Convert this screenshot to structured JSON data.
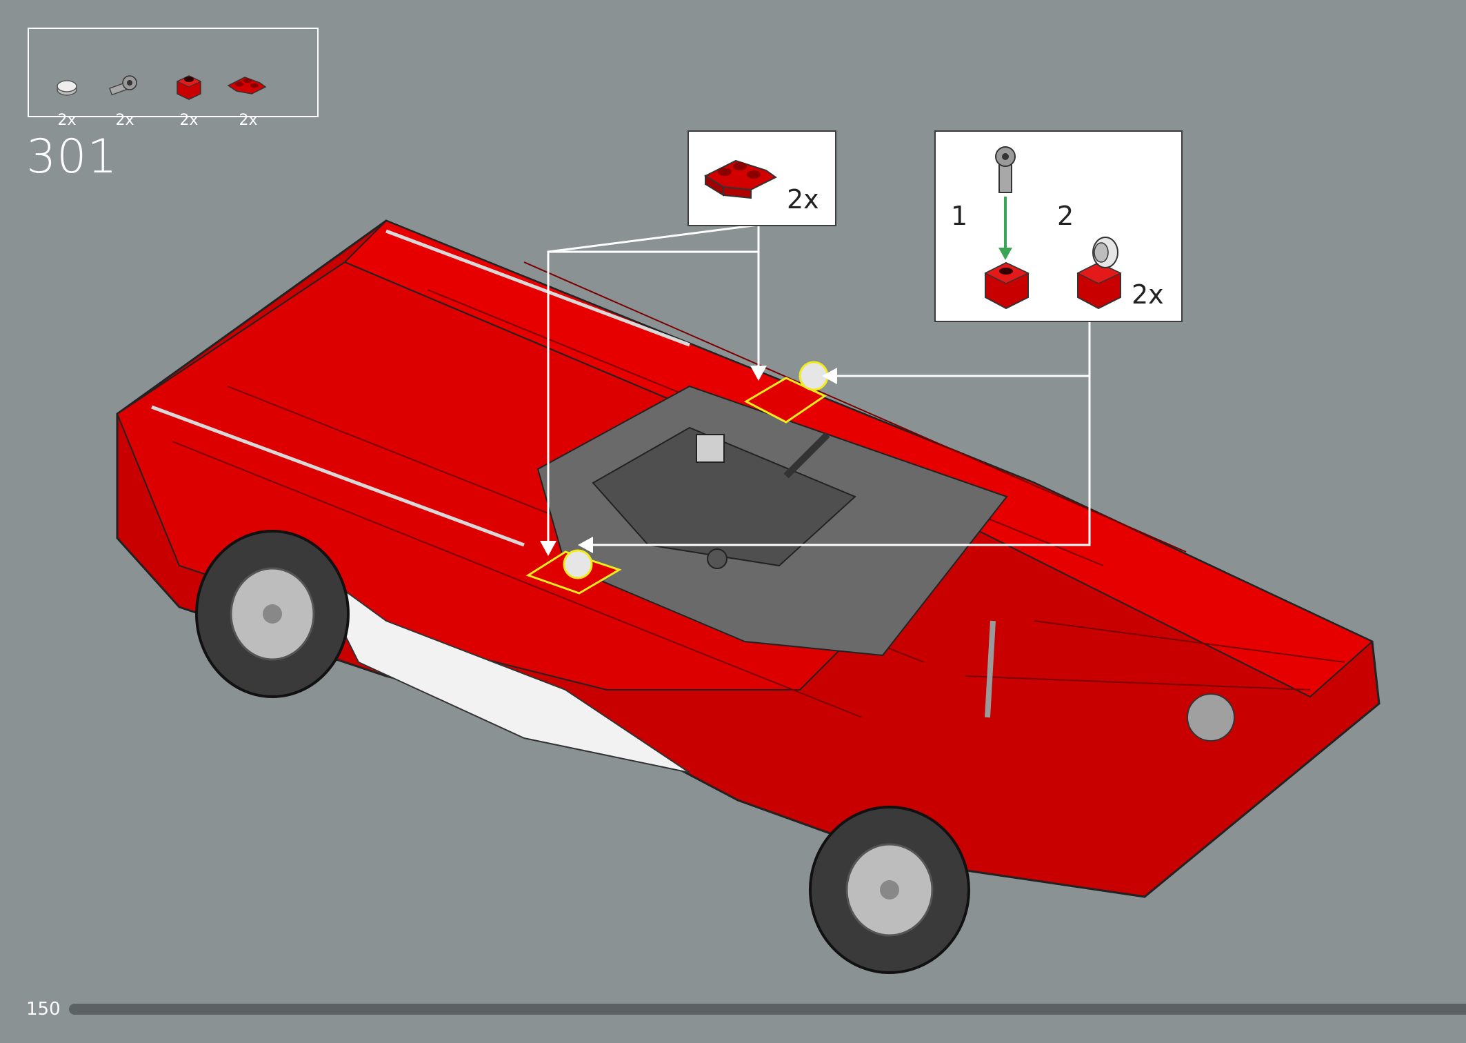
{
  "parts_list": [
    {
      "icon": "round-tile-icon",
      "qty": "2x"
    },
    {
      "icon": "clip-bracket-icon",
      "qty": "2x"
    },
    {
      "icon": "red-brick-1x1-icon",
      "qty": "2x"
    },
    {
      "icon": "red-corner-plate-icon",
      "qty": "2x"
    }
  ],
  "step": {
    "number": "301"
  },
  "callout_corner_plate": {
    "icon": "red-corner-plate-icon",
    "qty": "2x"
  },
  "callout_subassembly": {
    "step1": "1",
    "step2": "2",
    "qty": "2x",
    "arrow_color": "#3aa655"
  },
  "page": {
    "number": "150"
  },
  "colors": {
    "background": "#8a9294",
    "car_red": "#e00000",
    "highlight": "#f2ec1c",
    "interior_grey": "#5e5e5e"
  }
}
